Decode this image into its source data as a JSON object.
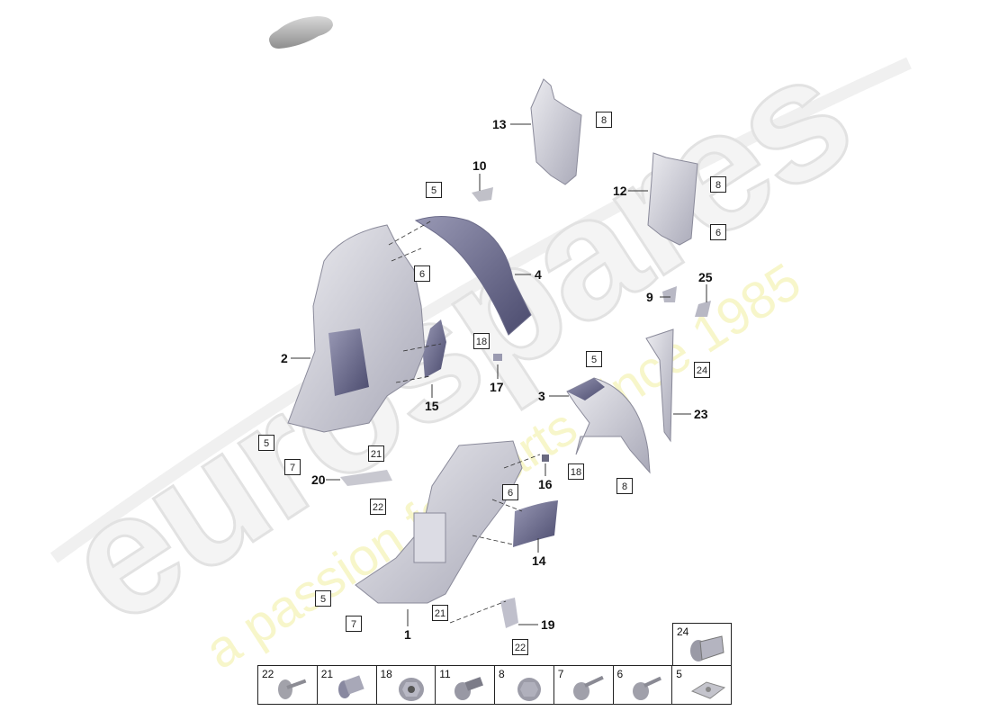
{
  "diagram": {
    "type": "exploded-parts-diagram",
    "subject": "wheel housing liners / underbody trim",
    "watermark": {
      "brand": "eurospares",
      "tagline": "a passion for parts since 1985"
    }
  },
  "callouts": [
    {
      "id": "1",
      "label": "1"
    },
    {
      "id": "2",
      "label": "2"
    },
    {
      "id": "3",
      "label": "3"
    },
    {
      "id": "4",
      "label": "4"
    },
    {
      "id": "9",
      "label": "9"
    },
    {
      "id": "10",
      "label": "10"
    },
    {
      "id": "12",
      "label": "12"
    },
    {
      "id": "13",
      "label": "13"
    },
    {
      "id": "14",
      "label": "14"
    },
    {
      "id": "15",
      "label": "15"
    },
    {
      "id": "16",
      "label": "16"
    },
    {
      "id": "17",
      "label": "17"
    },
    {
      "id": "19",
      "label": "19"
    },
    {
      "id": "20",
      "label": "20"
    },
    {
      "id": "23",
      "label": "23"
    },
    {
      "id": "25",
      "label": "25"
    }
  ],
  "boxed_refs": [
    {
      "label": "8",
      "near": "13"
    },
    {
      "label": "8",
      "near": "12"
    },
    {
      "label": "6",
      "near": "12"
    },
    {
      "label": "5",
      "near": "4"
    },
    {
      "label": "6",
      "near": "2"
    },
    {
      "label": "18",
      "near": "17"
    },
    {
      "label": "5",
      "near": "3"
    },
    {
      "label": "24",
      "near": "23"
    },
    {
      "label": "5",
      "near": "2-bottom"
    },
    {
      "label": "7",
      "near": "2-bottom"
    },
    {
      "label": "21",
      "near": "2-bottom"
    },
    {
      "label": "22",
      "near": "20"
    },
    {
      "label": "6",
      "near": "1"
    },
    {
      "label": "18",
      "near": "16"
    },
    {
      "label": "8",
      "near": "3"
    },
    {
      "label": "5",
      "near": "1"
    },
    {
      "label": "7",
      "near": "1"
    },
    {
      "label": "21",
      "near": "1"
    },
    {
      "label": "22",
      "near": "19"
    }
  ],
  "fastener_legend": [
    {
      "label": "22",
      "icon": "screw-flat-head"
    },
    {
      "label": "21",
      "icon": "expansion-rivet"
    },
    {
      "label": "18",
      "icon": "flange-nut"
    },
    {
      "label": "11",
      "icon": "push-rivet"
    },
    {
      "label": "8",
      "icon": "hex-flange-nut"
    },
    {
      "label": "7",
      "icon": "screw-washer-head"
    },
    {
      "label": "6",
      "icon": "screw-washer-head"
    },
    {
      "label": "5",
      "icon": "speed-nut-clip"
    }
  ],
  "fastener_legend_extra": {
    "label": "24",
    "icon": "plastic-rivet"
  },
  "colors": {
    "part_light": "#d4d4da",
    "part_dark": "#5a5a7a",
    "watermark_grey": "#e8e8e8",
    "watermark_yellow": "#f3f0a8",
    "line": "#222222"
  }
}
